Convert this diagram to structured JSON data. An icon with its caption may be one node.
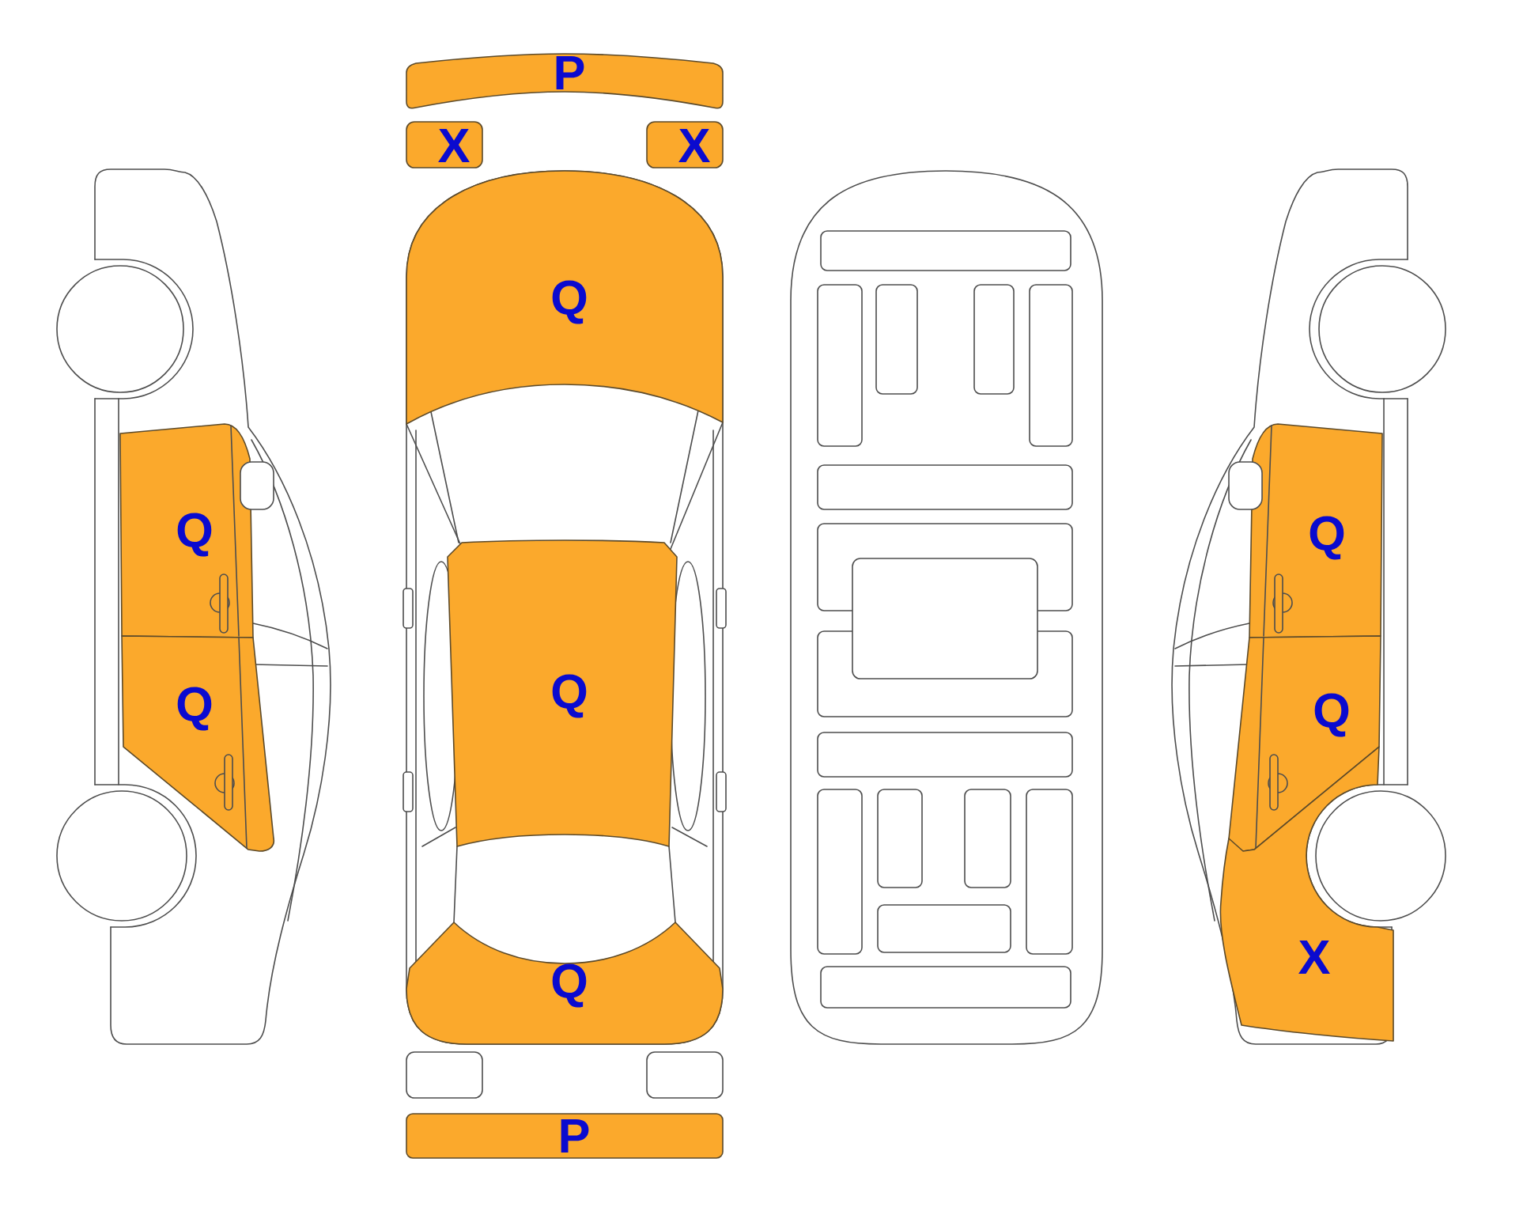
{
  "diagram": {
    "nodes": [
      {
        "text": [
          "Q"
        ]
      },
      {
        "text": [
          "Q"
        ]
      },
      {
        "text": [
          "P"
        ]
      },
      {
        "text": [
          "X"
        ]
      },
      {
        "text": [
          "X"
        ]
      },
      {
        "text": [
          "Q"
        ]
      },
      {
        "text": [
          "Q"
        ]
      },
      {
        "text": [
          "Q"
        ]
      },
      {
        "text": [
          "P"
        ]
      },
      {
        "text": [
          "Q"
        ]
      },
      {
        "text": [
          "Q"
        ]
      },
      {
        "text": [
          "X"
        ]
      }
    ]
  }
}
